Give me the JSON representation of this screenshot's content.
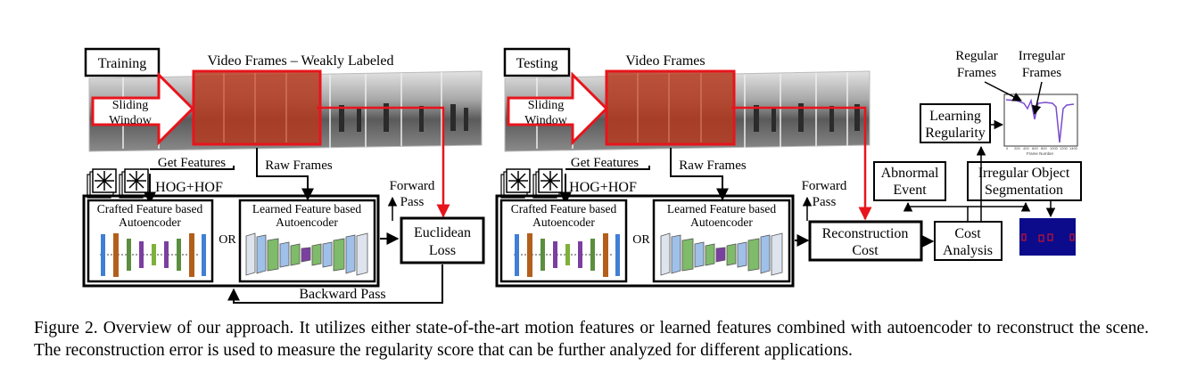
{
  "training": {
    "mode_label": "Training",
    "frames_title": "Video Frames – Weakly Labeled",
    "sliding_window": [
      "Sliding",
      "Window"
    ],
    "get_features": "Get Features",
    "raw_frames": "Raw Frames",
    "hog_hof": "HOG+HOF",
    "crafted_autoencoder": [
      "Crafted Feature based",
      "Autoencoder"
    ],
    "learned_autoencoder": [
      "Learned Feature based",
      "Autoencoder"
    ],
    "or": "OR",
    "forward_pass": [
      "Forward",
      "Pass"
    ],
    "loss": [
      "Euclidean",
      "Loss"
    ],
    "backward_pass": "Backward Pass"
  },
  "testing": {
    "mode_label": "Testing",
    "frames_title": "Video Frames",
    "sliding_window": [
      "Sliding",
      "Window"
    ],
    "get_features": "Get Features",
    "raw_frames": "Raw Frames",
    "hog_hof": "HOG+HOF",
    "crafted_autoencoder": [
      "Crafted Feature based",
      "Autoencoder"
    ],
    "learned_autoencoder": [
      "Learned Feature based",
      "Autoencoder"
    ],
    "or": "OR",
    "forward_pass": [
      "Forward",
      "Pass"
    ],
    "reconstruction_cost": [
      "Reconstruction",
      "Cost"
    ]
  },
  "applications": {
    "cost_analysis": [
      "Cost",
      "Analysis"
    ],
    "abnormal_event": [
      "Abnormal",
      "Event"
    ],
    "learning_regularity": [
      "Learning",
      "Regularity"
    ],
    "irregular_segmentation": [
      "Irregular Object",
      "Segmentation"
    ],
    "regular_frames": [
      "Regular",
      "Frames"
    ],
    "irregular_frames": [
      "Irregular",
      "Frames"
    ],
    "plot_xlabel": "Frame Number",
    "plot_ticks": [
      "0",
      "200",
      "400",
      "600",
      "800",
      "1000",
      "1200",
      "1400"
    ]
  },
  "caption": "Figure 2. Overview of our approach. It utilizes either state-of-the-art motion features or learned features combined with autoencoder to reconstruct the scene. The reconstruction error is used to measure the regularity score that can be further analyzed for different applications."
}
